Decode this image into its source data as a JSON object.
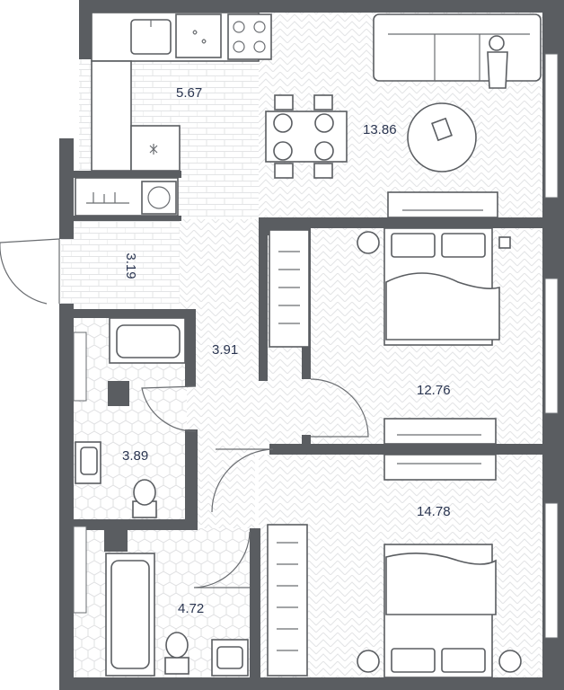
{
  "plan": {
    "colors": {
      "wall": "#5a5d61",
      "label": "#2a3550",
      "floor_background": "#ffffff",
      "pattern_line": "#e3e4e6"
    },
    "rooms": [
      {
        "id": "kitchen",
        "area": "5.67",
        "floor": "tile"
      },
      {
        "id": "living",
        "area": "13.86",
        "floor": "herringbone"
      },
      {
        "id": "entry",
        "area": "3.19",
        "floor": "tile"
      },
      {
        "id": "hall",
        "area": "3.91",
        "floor": "herringbone"
      },
      {
        "id": "bedroom-1",
        "area": "12.76",
        "floor": "herringbone"
      },
      {
        "id": "bathroom-1",
        "area": "3.89",
        "floor": "hex"
      },
      {
        "id": "bedroom-2",
        "area": "14.78",
        "floor": "herringbone"
      },
      {
        "id": "bathroom-2",
        "area": "4.72",
        "floor": "hex"
      }
    ],
    "icons": [
      "sink-icon",
      "dishwasher-icon",
      "stove-icon",
      "fridge-icon",
      "washing-machine-icon",
      "dining-table-icon",
      "sofa-icon",
      "person-icon",
      "coffee-table-icon",
      "tv-icon",
      "bed-icon",
      "wardrobe-icon",
      "bathtub-icon",
      "toilet-icon",
      "washbasin-icon",
      "door-icon",
      "window-icon"
    ]
  }
}
